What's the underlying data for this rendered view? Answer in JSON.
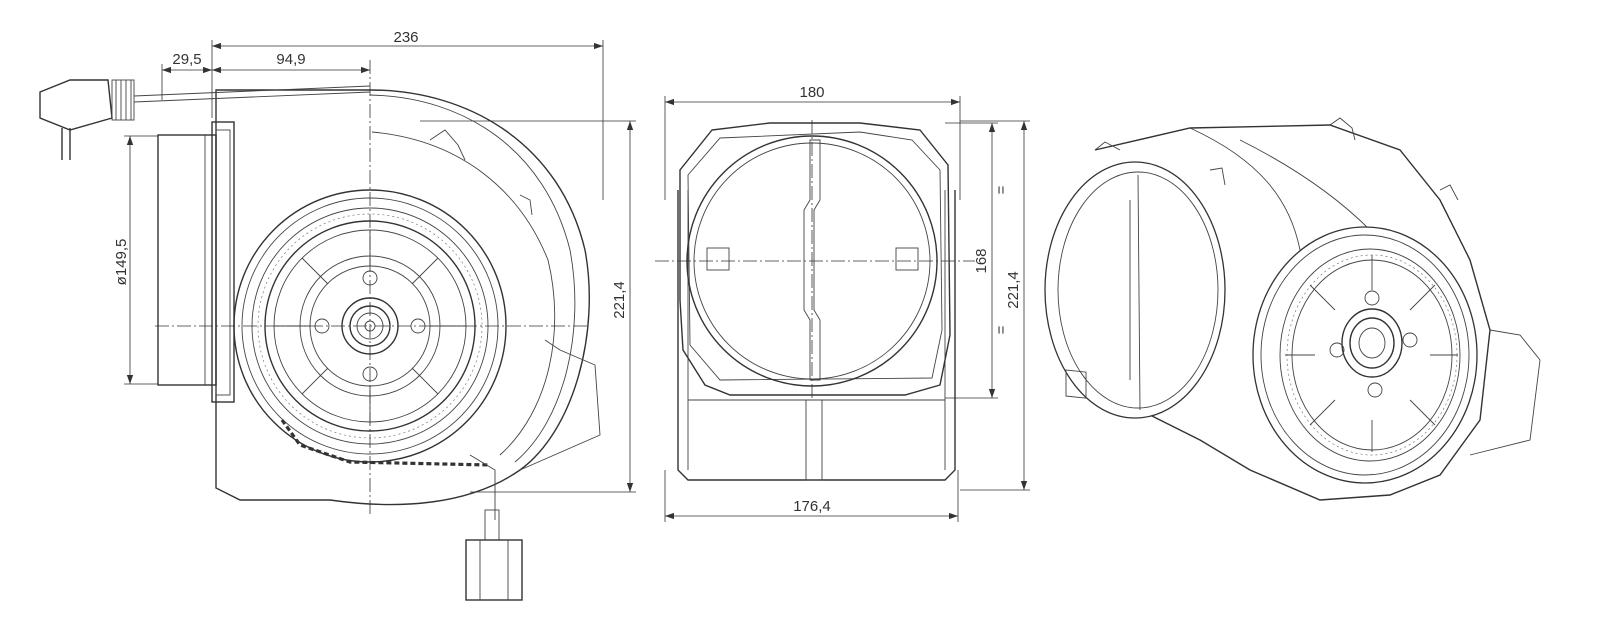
{
  "views": {
    "side": {
      "dims": {
        "overall_width": "236",
        "plug_offset": "29,5",
        "axis_offset": "94,9",
        "inlet_diameter": "ø149,5",
        "overall_height": "221,4"
      }
    },
    "front": {
      "dims": {
        "top_width": "180",
        "bottom_width": "176,4",
        "outlet_height": "168",
        "overall_height": "221,4",
        "equal_top": "=",
        "equal_bottom": "="
      }
    },
    "isometric": {}
  }
}
